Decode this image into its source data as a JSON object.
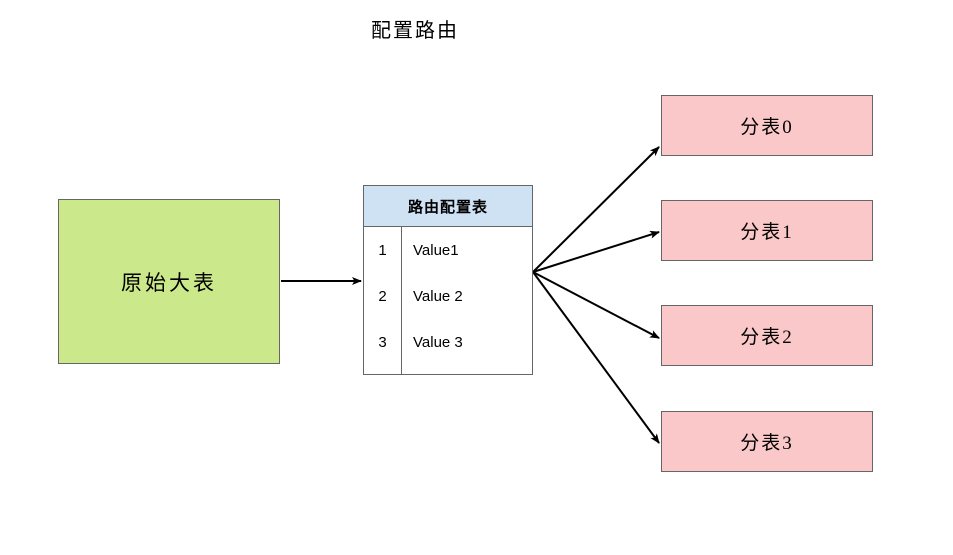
{
  "diagram": {
    "title": "配置路由",
    "type": "flow-diagram"
  },
  "colors": {
    "source_fill": "#cbe88a",
    "shard_fill": "#fac8c8",
    "table_header_fill": "#cfe2f3",
    "border": "#666666",
    "connector": "#000000",
    "background": "#ffffff"
  },
  "source_node": {
    "label": "原始大表"
  },
  "route_table": {
    "header": "路由配置表",
    "columns": [
      "key",
      "value"
    ],
    "rows": [
      {
        "key": "1",
        "value": "Value1"
      },
      {
        "key": "2",
        "value": "Value 2"
      },
      {
        "key": "3",
        "value": "Value 3"
      }
    ]
  },
  "shards": [
    {
      "label": "分表0"
    },
    {
      "label": "分表1"
    },
    {
      "label": "分表2"
    },
    {
      "label": "分表3"
    }
  ],
  "connectors": [
    {
      "from": "source_node",
      "to": "route_table"
    },
    {
      "from": "route_table",
      "to": "分表0"
    },
    {
      "from": "route_table",
      "to": "分表1"
    },
    {
      "from": "route_table",
      "to": "分表2"
    },
    {
      "from": "route_table",
      "to": "分表3"
    }
  ]
}
